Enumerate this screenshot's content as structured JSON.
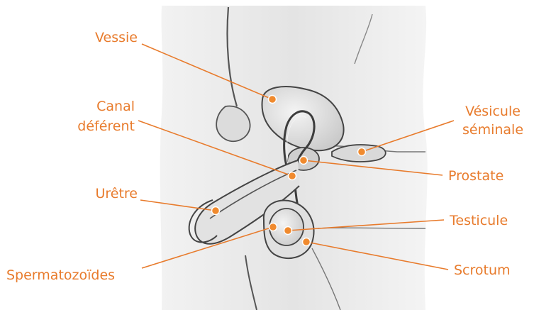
{
  "labels": {
    "vessie": "Vessie",
    "canal_line1": "Canal",
    "canal_line2": "déférent",
    "uretre": "Urêtre",
    "spermatozoides": "Spermatozoïdes",
    "vesicule_line1": "Vésicule",
    "vesicule_line2": "séminale",
    "prostate": "Prostate",
    "testicule": "Testicule",
    "scrotum": "Scrotum"
  },
  "colors": {
    "label": "#e87b2c",
    "marker": "#f08a2e",
    "outline": "#4a4a4a",
    "background": "#ffffff"
  }
}
